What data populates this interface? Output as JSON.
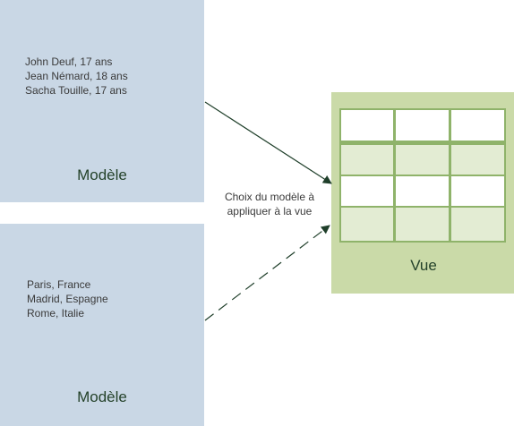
{
  "models": [
    {
      "lines": [
        "John Deuf, 17 ans",
        "Jean Némard, 18 ans",
        "Sacha Touille, 17 ans"
      ],
      "title": "Modèle"
    },
    {
      "lines": [
        "Paris, France",
        "Madrid, Espagne",
        "Rome, Italie"
      ],
      "title": "Modèle"
    }
  ],
  "view": {
    "title": "Vue"
  },
  "caption": {
    "line1": "Choix du modèle à",
    "line2": "appliquer à la vue"
  },
  "colors": {
    "model_fill": "#c9d7e5",
    "view_fill": "#cadaa8",
    "grid_line": "#8fb36a",
    "arrow": "#1f3f2a"
  }
}
